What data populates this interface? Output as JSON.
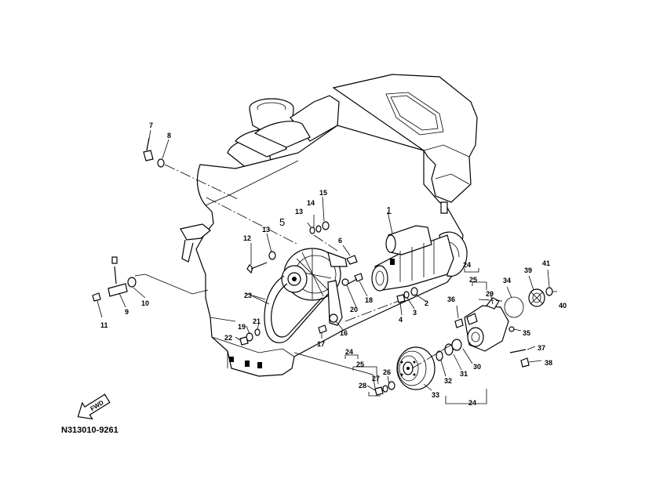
{
  "reference_code": "N313010-9261",
  "fwd_label": "FWD",
  "labels": [
    {
      "id": "l7",
      "text": "7"
    },
    {
      "id": "l8",
      "text": "8"
    },
    {
      "id": "l15",
      "text": "15"
    },
    {
      "id": "l14",
      "text": "14"
    },
    {
      "id": "l13a",
      "text": "13"
    },
    {
      "id": "l5",
      "text": "5"
    },
    {
      "id": "l1",
      "text": "1"
    },
    {
      "id": "l12",
      "text": "12"
    },
    {
      "id": "l13b",
      "text": "13"
    },
    {
      "id": "l6",
      "text": "6"
    },
    {
      "id": "l9",
      "text": "9"
    },
    {
      "id": "l10",
      "text": "10"
    },
    {
      "id": "l11",
      "text": "11"
    },
    {
      "id": "l23",
      "text": "23"
    },
    {
      "id": "l18",
      "text": "18"
    },
    {
      "id": "l2",
      "text": "2"
    },
    {
      "id": "l3",
      "text": "3"
    },
    {
      "id": "l4",
      "text": "4"
    },
    {
      "id": "l20",
      "text": "20"
    },
    {
      "id": "l19",
      "text": "19"
    },
    {
      "id": "l21",
      "text": "21"
    },
    {
      "id": "l22",
      "text": "22"
    },
    {
      "id": "l17",
      "text": "17"
    },
    {
      "id": "l16",
      "text": "16"
    },
    {
      "id": "l24a",
      "text": "24"
    },
    {
      "id": "l25a",
      "text": "25"
    },
    {
      "id": "l29",
      "text": "29"
    },
    {
      "id": "l34",
      "text": "34"
    },
    {
      "id": "l39",
      "text": "39"
    },
    {
      "id": "l41",
      "text": "41"
    },
    {
      "id": "l40",
      "text": "40"
    },
    {
      "id": "l36",
      "text": "36"
    },
    {
      "id": "l35",
      "text": "35"
    },
    {
      "id": "l37",
      "text": "37"
    },
    {
      "id": "l38",
      "text": "38"
    },
    {
      "id": "l24b",
      "text": "24"
    },
    {
      "id": "l25b",
      "text": "25"
    },
    {
      "id": "l26",
      "text": "26"
    },
    {
      "id": "l27",
      "text": "27"
    },
    {
      "id": "l28",
      "text": "28"
    },
    {
      "id": "l33",
      "text": "33"
    },
    {
      "id": "l32",
      "text": "32"
    },
    {
      "id": "l31",
      "text": "31"
    },
    {
      "id": "l30",
      "text": "30"
    },
    {
      "id": "l24c",
      "text": "24"
    }
  ]
}
